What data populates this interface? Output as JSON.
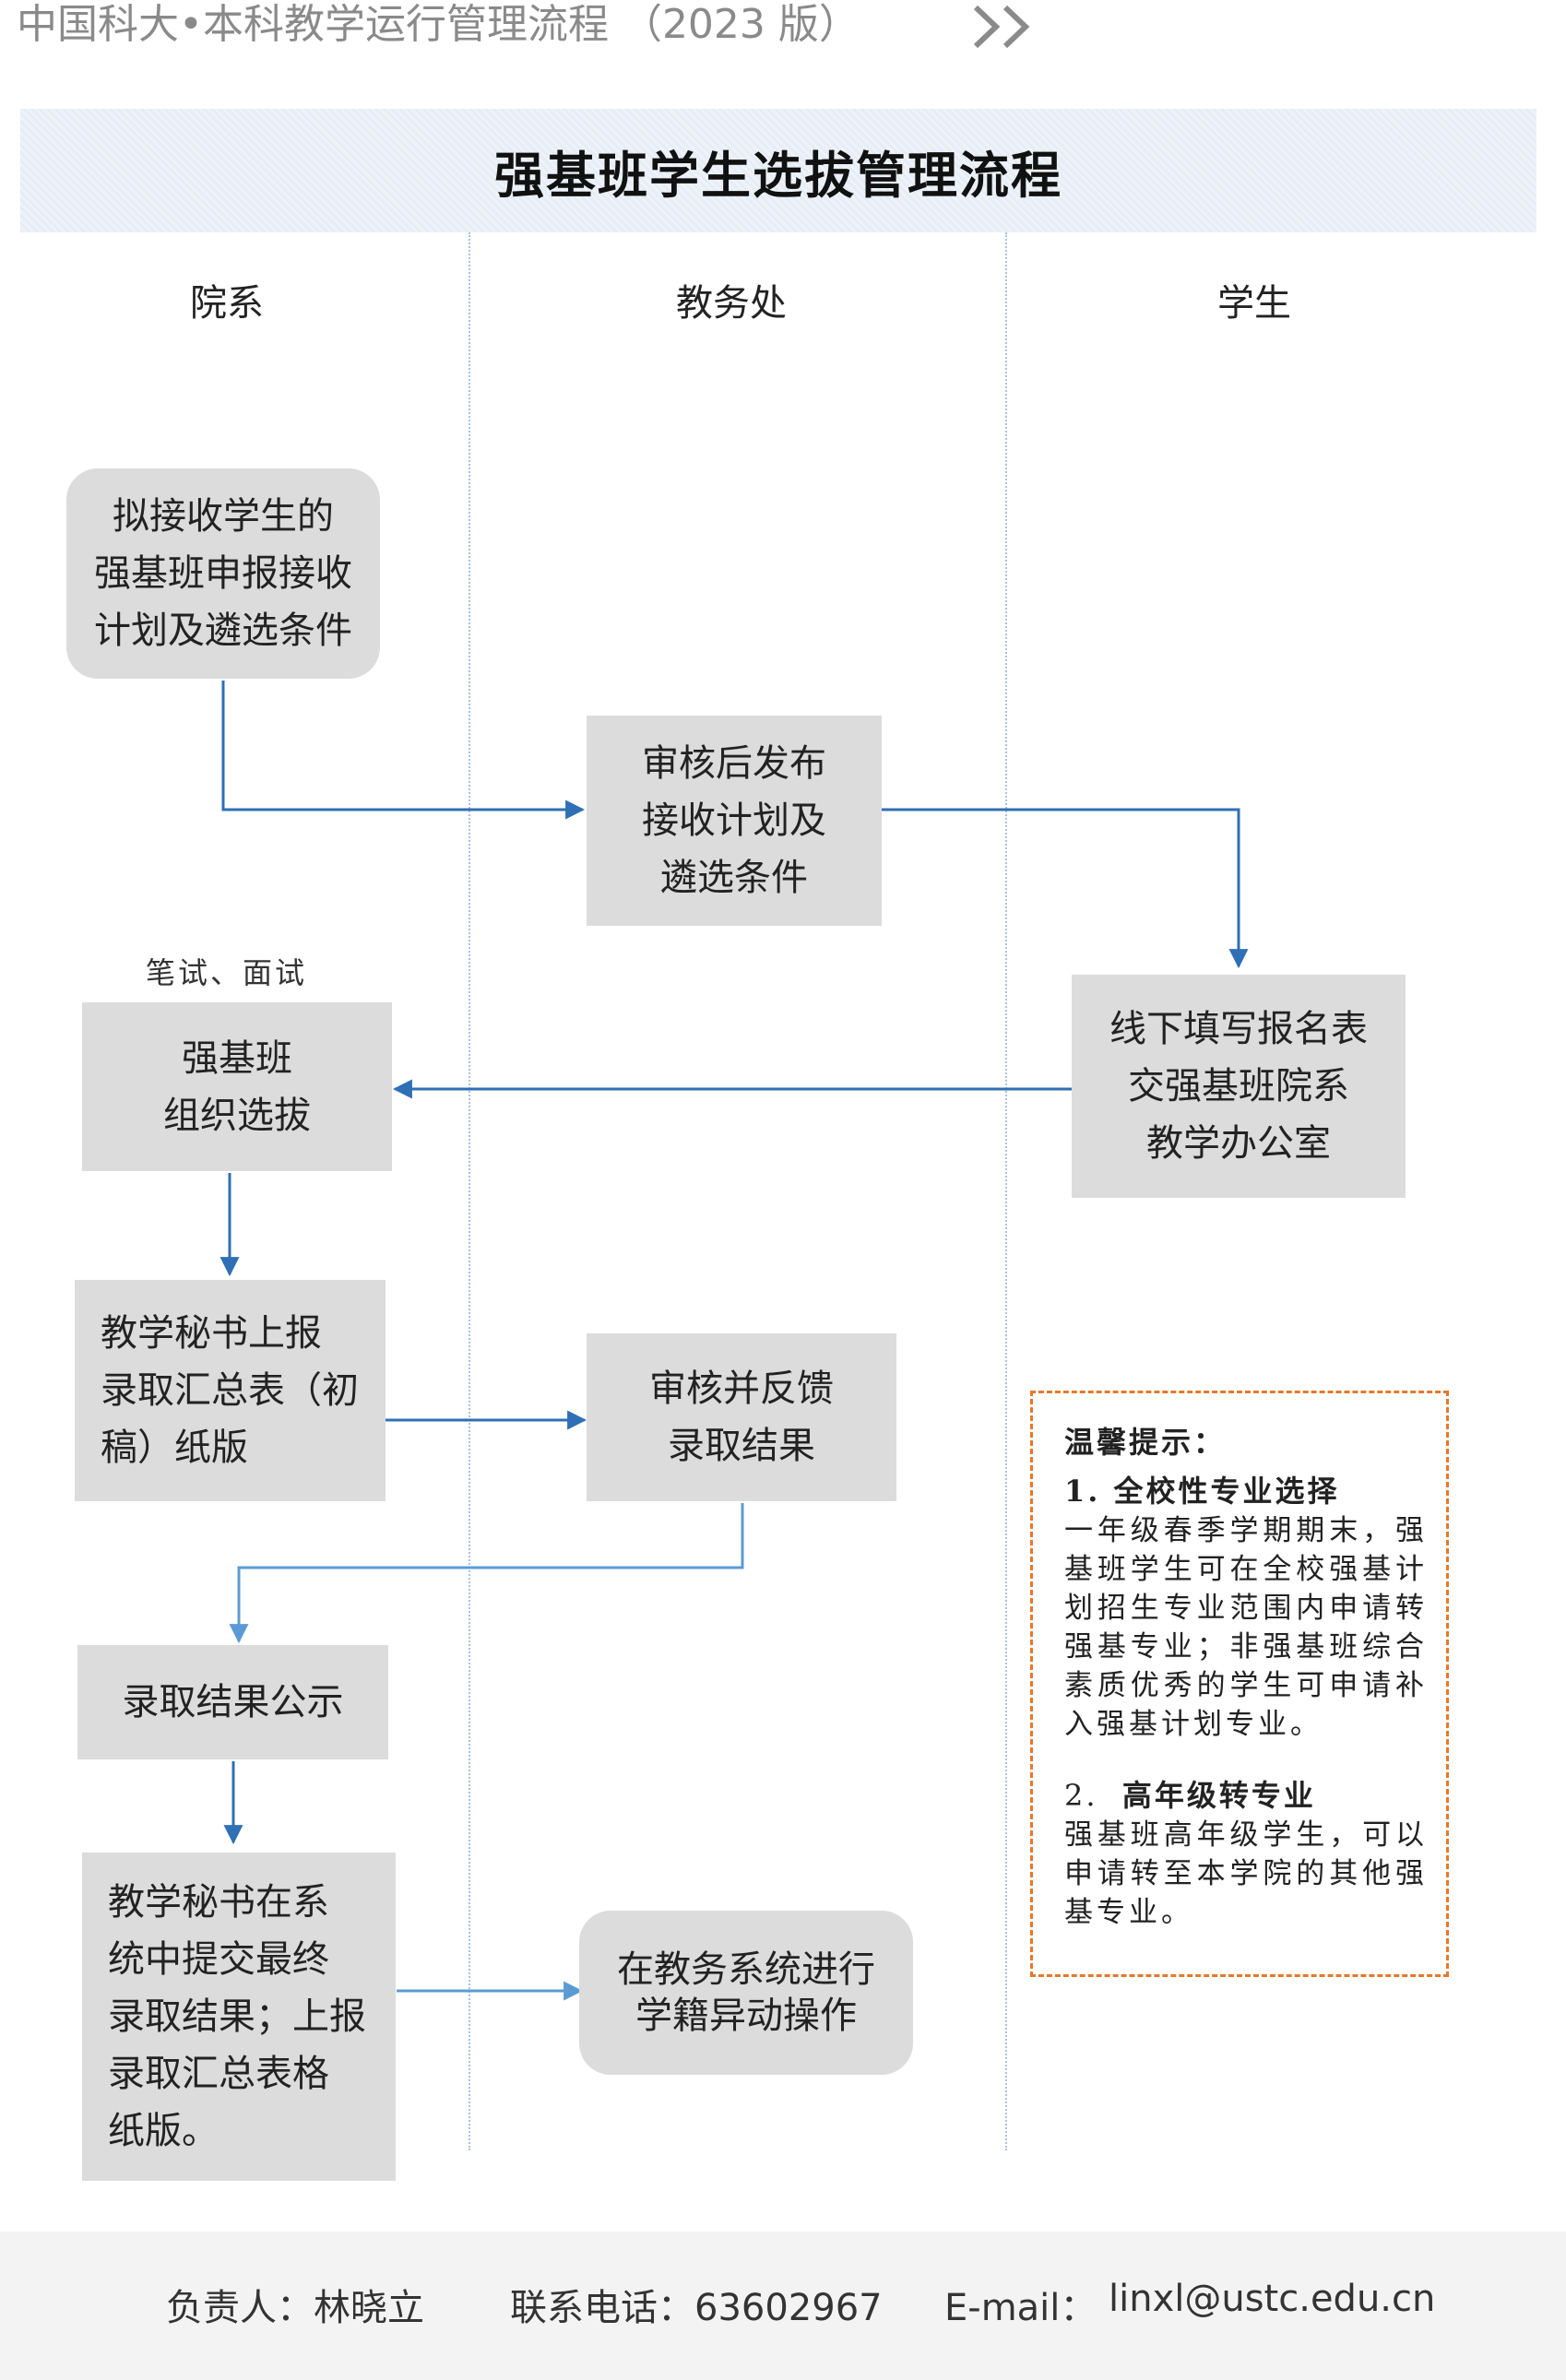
{
  "header": {
    "text": "中国科大•本科教学运行管理流程 （2023 版）"
  },
  "title": "强基班学生选拔管理流程",
  "lanes": [
    "院系",
    "教务处",
    "学生"
  ],
  "nodes": {
    "n1": "拟接收学生的\n强基班申报接收\n计划及遴选条件",
    "n2": "审核后发布\n接收计划及\n遴选条件",
    "n3": "线下填写报名表\n交强基班院系\n教学办公室",
    "n4": "强基班\n组织选拔",
    "n5": "教学秘书上报\n录取汇总表（初\n稿）纸版",
    "n6": "审核并反馈\n录取结果",
    "n7": "录取结果公示",
    "n8": "教学秘书在系\n统中提交最终\n录取结果；上报\n录取汇总表格\n纸版。",
    "n9": "在教务系统进行\n学籍异动操作"
  },
  "edge_label": "笔试、面试",
  "tips": {
    "title": "温馨提示：",
    "item1_head": "1.  全校性专业选择",
    "item1_body": "一年级春季学期期末，强基班学生可在全校强基计划招生专业范围内申请转强基专业；非强基班综合素质优秀的学生可申请补入强基计划专业。",
    "item2_num": "2.",
    "item2_head": "高年级转专业",
    "item2_body": "强基班高年级学生，可以申请转至本学院的其他强基专业。"
  },
  "footer": {
    "owner_label": "负责人：林晓立",
    "phone_label": "联系电话：63602967",
    "email_label": "E-mail：",
    "email": "linxl@ustc.edu.cn"
  },
  "colors": {
    "arrow": "#2f6fb5",
    "arrow_light": "#5b9bd5",
    "node_fill": "#dcdcdc",
    "tip_border": "#e8782a"
  }
}
